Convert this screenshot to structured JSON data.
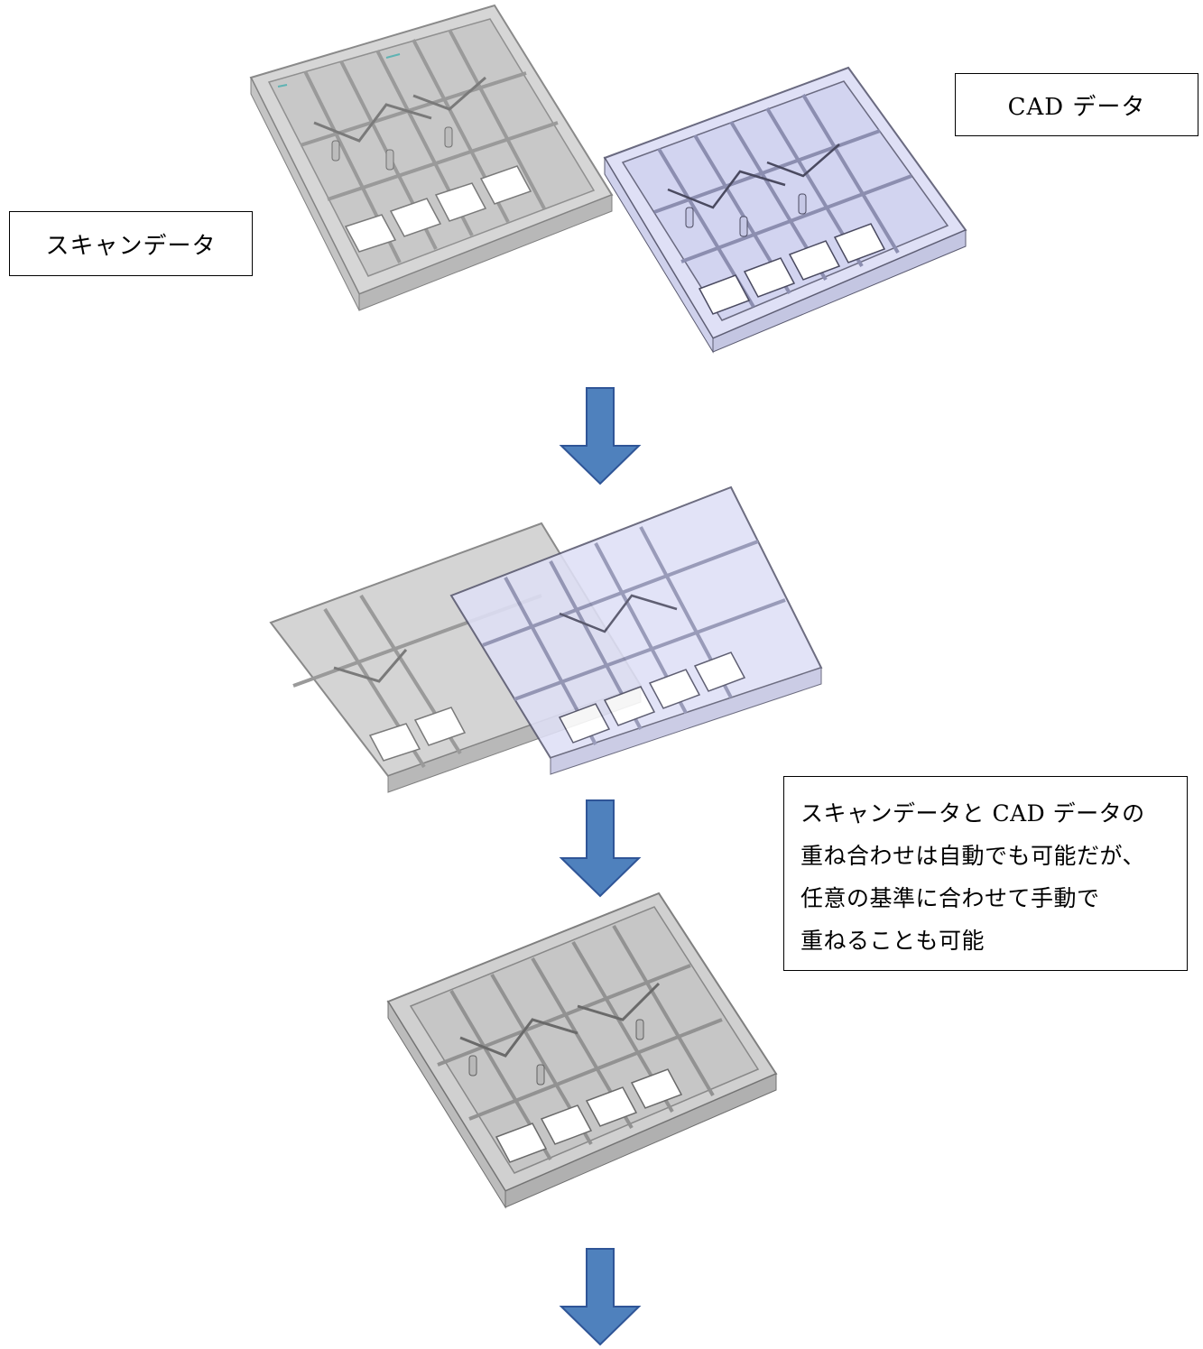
{
  "labels": {
    "scan": "スキャンデータ",
    "cad": "CAD データ",
    "note": [
      "スキャンデータと CAD データの",
      "重ね合わせは自動でも可能だが、",
      "任意の基準に合わせて手動で",
      "重ねることも可能"
    ]
  },
  "colors": {
    "scan_model": "#d4d4d4",
    "cad_model": "#dcdef8",
    "arrow_fill": "#4f81bd",
    "arrow_stroke": "#2f5597"
  }
}
